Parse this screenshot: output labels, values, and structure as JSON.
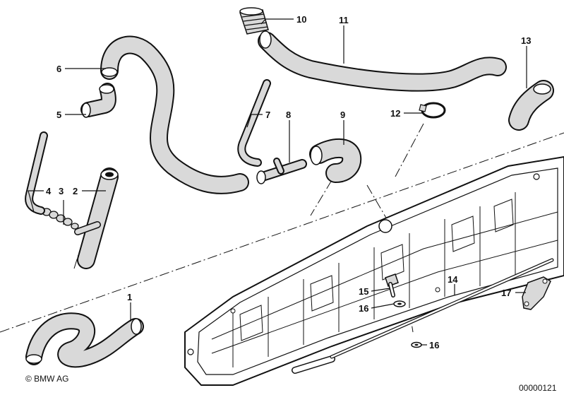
{
  "callouts": [
    {
      "id": "1",
      "text": "1"
    },
    {
      "id": "2",
      "text": "2"
    },
    {
      "id": "3",
      "text": "3"
    },
    {
      "id": "4",
      "text": "4"
    },
    {
      "id": "5",
      "text": "5"
    },
    {
      "id": "6",
      "text": "6"
    },
    {
      "id": "7",
      "text": "7"
    },
    {
      "id": "8",
      "text": "8"
    },
    {
      "id": "9",
      "text": "9"
    },
    {
      "id": "10",
      "text": "10"
    },
    {
      "id": "11",
      "text": "11"
    },
    {
      "id": "12",
      "text": "12"
    },
    {
      "id": "13",
      "text": "13"
    },
    {
      "id": "14",
      "text": "14"
    },
    {
      "id": "15",
      "text": "15"
    },
    {
      "id": "16a",
      "text": "16"
    },
    {
      "id": "16b",
      "text": "16"
    },
    {
      "id": "17",
      "text": "17"
    }
  ],
  "copyright": "© BMW AG",
  "image_number": "00000121",
  "colors": {
    "line": "#111111",
    "hose_fill": "#d9d9d9",
    "background": "#ffffff"
  }
}
